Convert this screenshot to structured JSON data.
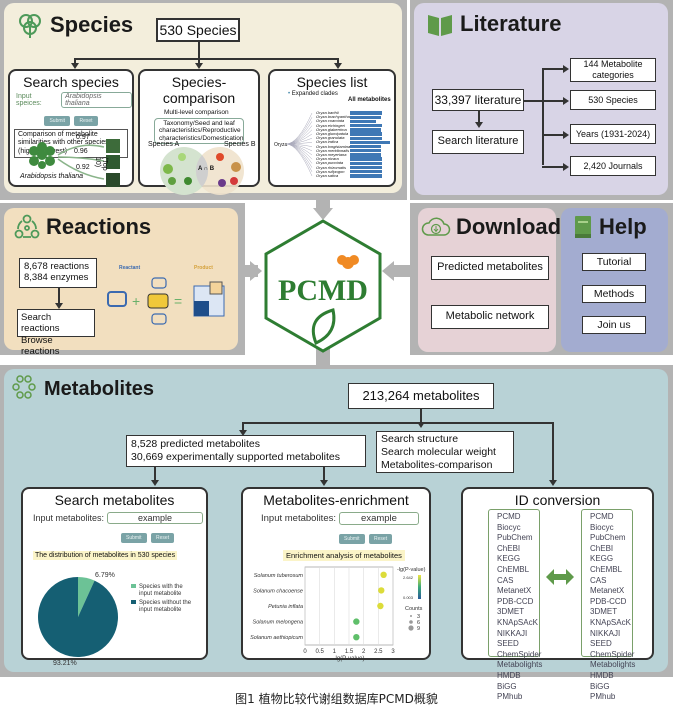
{
  "species": {
    "title": "Species",
    "total": "530 Species",
    "search": {
      "title": "Search species",
      "input_label": "Input speices:",
      "input_value": "Arabidopsis thaliana",
      "submit": "Submit",
      "reset": "Reset",
      "comparison_text": "Comparison of metabolite similarities with other species (highest/lowest)",
      "scores": [
        "0.97",
        "0.96",
        "0.92"
      ],
      "top_label": "(Top 10)",
      "plant_label": "Arabidopsis thaliana"
    },
    "comparison": {
      "title": "Species-comparison",
      "subtitle": "Multi-level comparison",
      "criteria": "Taxonomy/Seed and leaf characteristics/Reproductive characteristics/Domestication",
      "species_a": "Species A",
      "species_b": "Species B",
      "intersection": "A ∩ B"
    },
    "list": {
      "title": "Species list",
      "legend": "Expanded clades",
      "column_header": "All metabolites",
      "genus": "Oryza",
      "items": [
        "Oryza barthii",
        "Oryza brachyantha",
        "Oryza coarctata",
        "Oryza eichingeri",
        "Oryza glaberrima",
        "Oryza glumipatula",
        "Oryza granulata",
        "Oryza indica",
        "Oryza longistaminata",
        "Oryza meridionalis",
        "Oryza meyeriana",
        "Oryza nivara",
        "Oryza punctata",
        "Oryza rhizomatis",
        "Oryza rufipogon",
        "Oryza sativa"
      ],
      "bar_fractions": [
        0.8,
        0.78,
        0.66,
        0.8,
        0.78,
        0.8,
        0.8,
        1.0,
        0.78,
        0.78,
        0.78,
        0.8,
        0.8,
        0.8,
        0.8,
        0.8
      ]
    }
  },
  "literature": {
    "title": "Literature",
    "total": "33,397 literature",
    "search": "Search literature",
    "items": [
      "144 Metabolite categories",
      "530 Species",
      "Years (1931-2024)",
      "2,420 Journals"
    ]
  },
  "reactions": {
    "title": "Reactions",
    "stats": [
      "8,678 reactions",
      "8,384 enzymes"
    ],
    "actions": [
      "Search reactions",
      "Browse reactions"
    ],
    "reactant_label": "Reactant",
    "product_label": "Product"
  },
  "logo": {
    "text": "PCMD"
  },
  "download": {
    "title": "Download",
    "items": [
      "Predicted metabolites",
      "Metabolic network"
    ]
  },
  "help": {
    "title": "Help",
    "items": [
      "Tutorial",
      "Methods",
      "Join us"
    ]
  },
  "metabolites": {
    "title": "Metabolites",
    "total": "213,264 metabolites",
    "counts": [
      "8,528 predicted metabolites",
      "30,669 experimentally supported metabolites"
    ],
    "search_options": [
      "Search structure",
      "Search molecular weight",
      "Metabolites-comparison"
    ],
    "search_card": {
      "title": "Search metabolites",
      "input_label": "Input metabolites:",
      "input_value": "example",
      "submit": "Submit",
      "reset": "Reset",
      "chart_title": "The distribution of metabolites in 530 species"
    },
    "enrichment_card": {
      "title": "Metabolites-enrichment",
      "input_label": "Input metabolites:",
      "input_value": "example",
      "submit": "Submit",
      "reset": "Reset",
      "chart_title": "Enrichment analysis of metabolites"
    },
    "id_conversion": {
      "title": "ID conversion",
      "databases": [
        "PCMD",
        "Biocyc",
        "PubChem",
        "ChEBI",
        "KEGG",
        "ChEMBL",
        "CAS",
        "MetanetX",
        "PDB-CCD",
        "3DMET",
        "KNApSAcK",
        "NIKKAJI",
        "SEED",
        "ChemSpider",
        "Metabolights",
        "HMDB",
        "BiGG",
        "PMhub"
      ]
    }
  },
  "caption": "图1 植物比较代谢组数据库PCMD概貌",
  "chart_data": [
    {
      "type": "pie",
      "title": "The distribution of metabolites in 530 species",
      "labels": [
        "Species with the input metabolite",
        "Species without the input metabolite"
      ],
      "values": [
        6.79,
        93.21
      ],
      "value_labels": [
        "6.79%",
        "93.21%"
      ],
      "colors": [
        "#6cc296",
        "#155f73"
      ],
      "legend": "right"
    },
    {
      "type": "scatter",
      "title": "Enrichment analysis of metabolites",
      "categories": [
        "Solanum tuberosum",
        "Solanum chacoense",
        "Petunia inflata",
        "Solanum melongena",
        "Solanum aethiopicum"
      ],
      "values": [
        2.68,
        2.6,
        2.57,
        1.75,
        1.75
      ],
      "point_colors": [
        "#dcdc3a",
        "#dcdc3a",
        "#dcdc3a",
        "#5fbf6a",
        "#5fbf6a"
      ],
      "xlabel": "-lg(P-value)",
      "xlim": [
        0,
        3
      ],
      "xticks": [
        "0",
        "0.5",
        "1",
        "1.5",
        "2",
        "2.5",
        "3"
      ],
      "grid": true,
      "colorbar": {
        "title": "-lg(P-value)",
        "max": "2.642",
        "min": "0.003"
      },
      "size_legend": {
        "title": "Counts",
        "values": [
          "3",
          "6",
          "9"
        ]
      },
      "legend": "right"
    }
  ]
}
